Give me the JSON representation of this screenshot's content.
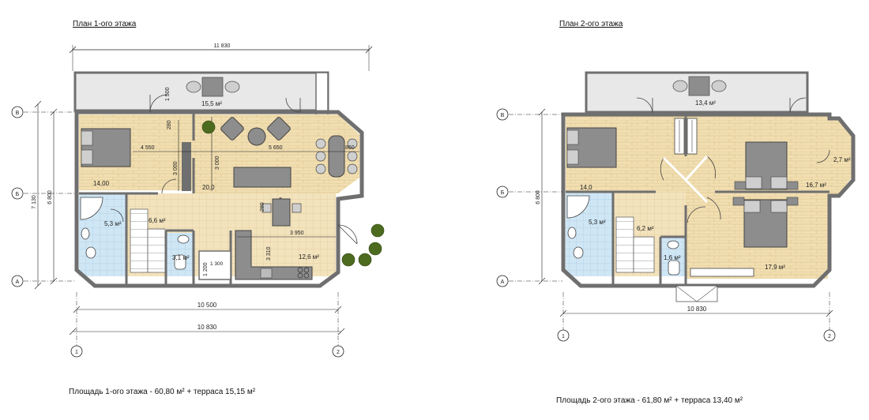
{
  "floor1": {
    "title": "План 1-ого этажа",
    "area_note": "Площадь 1-ого этажа - 60,80 м² + терраса 15,15 м²",
    "dims": {
      "top": "11 830",
      "bottom_inner": "10 500",
      "bottom_outer": "10 830",
      "left_outer": "7 130",
      "left_inner": "6 800",
      "terrace_depth": "1 500"
    },
    "axes": {
      "b": "В",
      "m": "Б",
      "a": "А",
      "n1": "1",
      "n2": "2"
    },
    "rooms": {
      "terrace": "15,5 м²",
      "living": "20,0",
      "bedroom": "14,00",
      "bath": "5,3 м²",
      "hall": "6,6 м²",
      "wc": "3,1 м²",
      "kitchen": "12,6 м²"
    },
    "inner_dims": {
      "d1": "4 550",
      "d2": "5 650",
      "d3": "3 000",
      "d4": "3 000",
      "d5": "3 950",
      "d6": "3 310",
      "d7": "1 300",
      "d8": "860",
      "d9": "280",
      "d10": "280",
      "d11": "1 200"
    }
  },
  "floor2": {
    "title": "План 2-ого этажа",
    "area_note": "Площадь 2-ого этажа - 61,80 м² + терраса 13,40 м²",
    "dims": {
      "bottom": "10 830",
      "left": "6 800"
    },
    "axes": {
      "b": "В",
      "m": "Б",
      "a": "А",
      "n1": "1",
      "n2": "2"
    },
    "rooms": {
      "terrace": "13,4 м²",
      "bedroom1": "14,0",
      "bedroom2": "16,7 м²",
      "bay": "2,7 м²",
      "bath": "5,3 м²",
      "hall": "6,2 м²",
      "wc": "1,6 м²",
      "bedroom3": "17,9 м²"
    }
  },
  "colors": {
    "wall": "#6f6f6f",
    "wood_floor": "#f1deb1",
    "tile_floor": "#f3e3bd",
    "bath_floor": "#cfe6f5",
    "terrace": "#e8e8e8",
    "furniture": "#8d8d8d",
    "dim_line": "#222222",
    "plant": "#4d6b1f"
  }
}
